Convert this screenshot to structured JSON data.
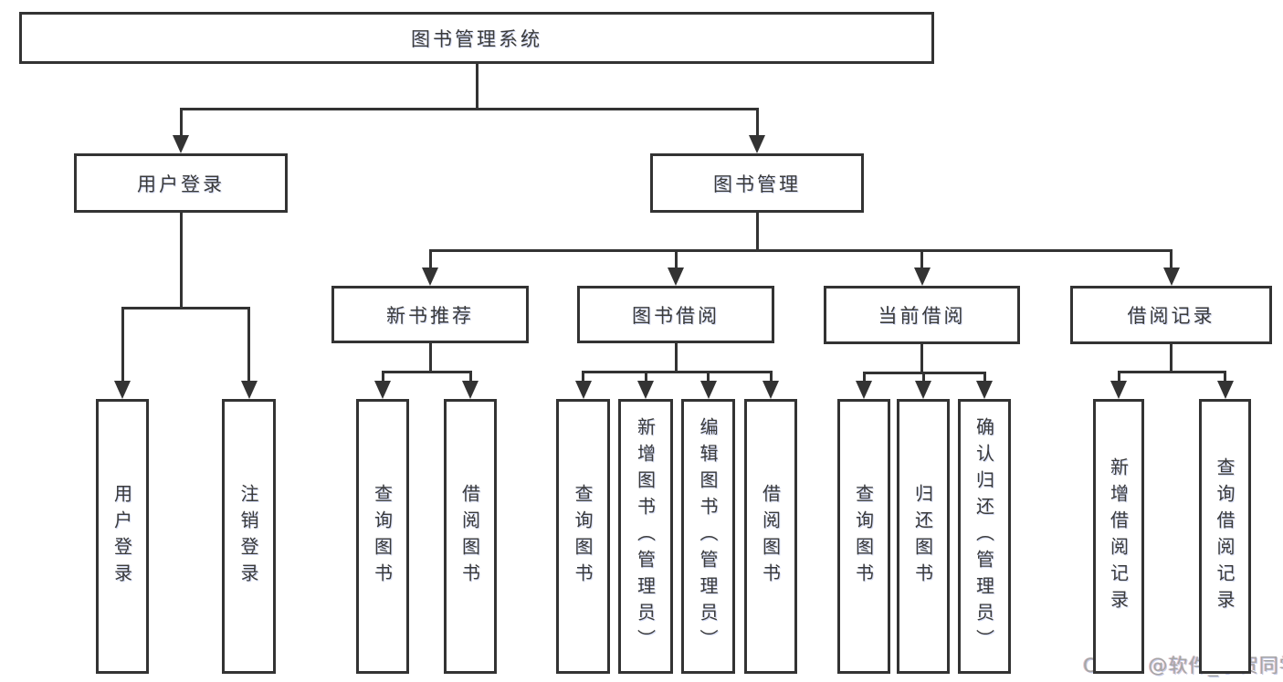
{
  "colors": {
    "background": "#ffffff",
    "line": "#333333",
    "box_border": "#333333",
    "box_fill": "#ffffff",
    "label_text": "#3a3a3a",
    "watermark_text": "#a6a6a6"
  },
  "watermark": {
    "text": "CSDN @软件_小贺同学"
  },
  "diagram": {
    "type": "tree",
    "nodes": [
      {
        "id": "root",
        "label": "图书管理系统",
        "orientation": "horizontal",
        "level": 1
      },
      {
        "id": "login",
        "label": "用户登录",
        "orientation": "horizontal",
        "level": 2
      },
      {
        "id": "mgmt",
        "label": "图书管理",
        "orientation": "horizontal",
        "level": 2
      },
      {
        "id": "newbook",
        "label": "新书推荐",
        "orientation": "horizontal",
        "level": 3
      },
      {
        "id": "borrow",
        "label": "图书借阅",
        "orientation": "horizontal",
        "level": 3
      },
      {
        "id": "current",
        "label": "当前借阅",
        "orientation": "horizontal",
        "level": 3
      },
      {
        "id": "records",
        "label": "借阅记录",
        "orientation": "horizontal",
        "level": 3
      },
      {
        "id": "login-user",
        "label": "用户登录",
        "orientation": "vertical",
        "level": 4
      },
      {
        "id": "login-logout",
        "label": "注销登录",
        "orientation": "vertical",
        "level": 4
      },
      {
        "id": "newbook-query",
        "label": "查询图书",
        "orientation": "vertical",
        "level": 4
      },
      {
        "id": "newbook-borrow",
        "label": "借阅图书",
        "orientation": "vertical",
        "level": 4
      },
      {
        "id": "borrow-query",
        "label": "查询图书",
        "orientation": "vertical",
        "level": 4
      },
      {
        "id": "borrow-add",
        "label": "新增图书（管理员）",
        "orientation": "vertical",
        "level": 4
      },
      {
        "id": "borrow-edit",
        "label": "编辑图书（管理员）",
        "orientation": "vertical",
        "level": 4
      },
      {
        "id": "borrow-borrow",
        "label": "借阅图书",
        "orientation": "vertical",
        "level": 4
      },
      {
        "id": "current-query",
        "label": "查询图书",
        "orientation": "vertical",
        "level": 4
      },
      {
        "id": "current-return",
        "label": "归还图书",
        "orientation": "vertical",
        "level": 4
      },
      {
        "id": "current-confirm",
        "label": "确认归还（管理员）",
        "orientation": "vertical",
        "level": 4
      },
      {
        "id": "records-add",
        "label": "新增借阅记录",
        "orientation": "vertical",
        "level": 4
      },
      {
        "id": "records-query",
        "label": "查询借阅记录",
        "orientation": "vertical",
        "level": 4
      }
    ],
    "edges": [
      {
        "from": "root",
        "to": "login"
      },
      {
        "from": "root",
        "to": "mgmt"
      },
      {
        "from": "login",
        "to": "login-user"
      },
      {
        "from": "login",
        "to": "login-logout"
      },
      {
        "from": "mgmt",
        "to": "newbook"
      },
      {
        "from": "mgmt",
        "to": "borrow"
      },
      {
        "from": "mgmt",
        "to": "current"
      },
      {
        "from": "mgmt",
        "to": "records"
      },
      {
        "from": "newbook",
        "to": "newbook-query"
      },
      {
        "from": "newbook",
        "to": "newbook-borrow"
      },
      {
        "from": "borrow",
        "to": "borrow-query"
      },
      {
        "from": "borrow",
        "to": "borrow-add"
      },
      {
        "from": "borrow",
        "to": "borrow-edit"
      },
      {
        "from": "borrow",
        "to": "borrow-borrow"
      },
      {
        "from": "current",
        "to": "current-query"
      },
      {
        "from": "current",
        "to": "current-return"
      },
      {
        "from": "current",
        "to": "current-confirm"
      },
      {
        "from": "records",
        "to": "records-add"
      },
      {
        "from": "records",
        "to": "records-query"
      }
    ]
  }
}
